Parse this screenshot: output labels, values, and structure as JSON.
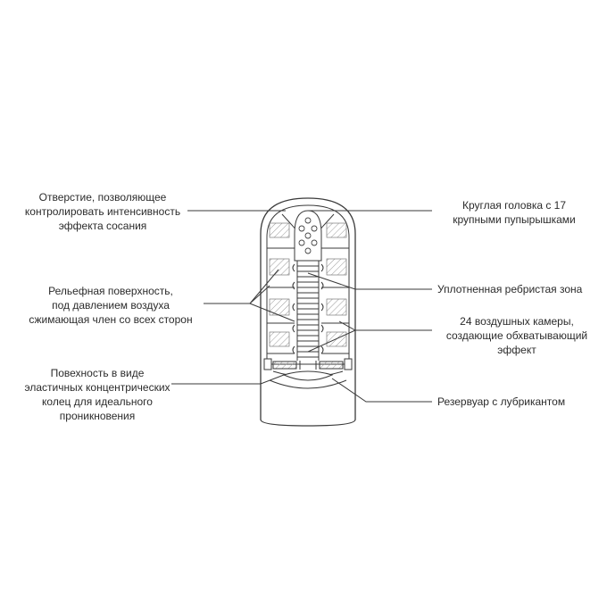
{
  "labels": {
    "opening": [
      "Отверстие, позволяющее",
      "контролировать интенсивность",
      "эффекта сосания"
    ],
    "relief": [
      "Рельефная поверхность,",
      "под давлением воздуха",
      "сжимающая член со всех сторон"
    ],
    "rings": [
      "Повехность в виде",
      "эластичных концентрических",
      "колец для идеального",
      "проникновения"
    ],
    "head": [
      "Круглая головка с 17",
      "крупными пупырышками"
    ],
    "ribbed": [
      "Уплотненная ребристая зона"
    ],
    "chambers": [
      "24 воздушных камеры,",
      "создающие обхватывающий",
      "эффект"
    ],
    "reservoir": [
      "Резервуар с лубрикантом"
    ]
  },
  "colors": {
    "line": "#3a3a3a",
    "text": "#2b2b2b",
    "hatch": "#9a9a9a"
  }
}
